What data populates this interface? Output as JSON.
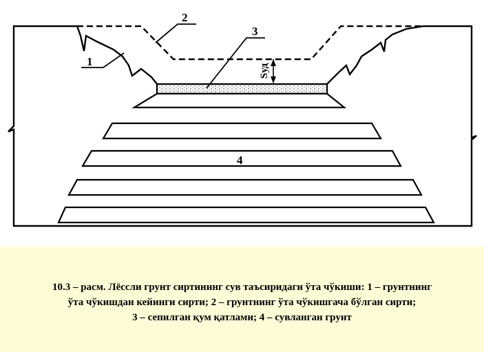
{
  "figure": {
    "labels": {
      "l1": "1",
      "l2": "2",
      "l3": "3",
      "l4": "4",
      "s_label": "Sуд"
    }
  },
  "caption": {
    "line1": "10.3 – расм. Лёссли грунт сиртининг сув  таъсиридаги ўта чўкиши: 1 – грунтнинг",
    "line2": "ўта  чўкишдан кейинги сирти;    2 – грунтнинг ўта  чўкишгача бўлган сирти;",
    "line3": "3 – сепилган қум қатлами;   4 – сувланган  грунт"
  }
}
